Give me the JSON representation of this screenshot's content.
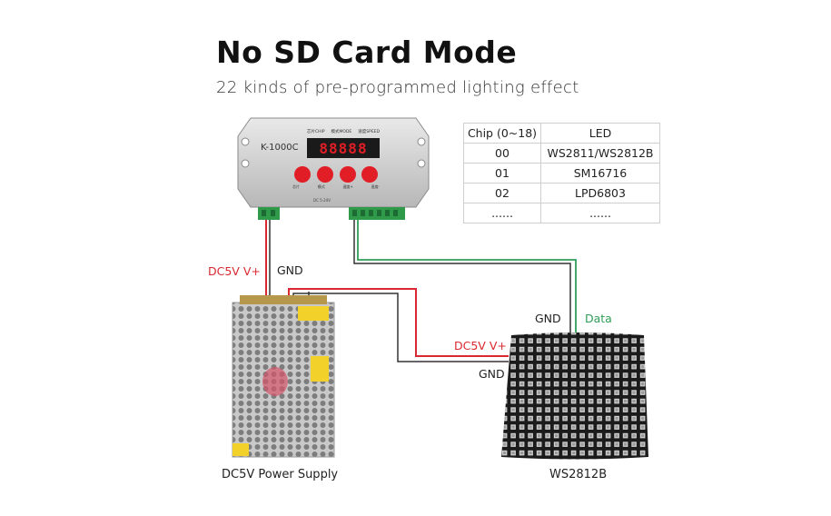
{
  "header": {
    "title": "No SD Card Mode",
    "subtitle": "22 kinds of pre-programmed lighting effect"
  },
  "controller": {
    "model": "K-1000C",
    "display": "88888",
    "top_labels": [
      "芯片CHIP",
      "模式MODE",
      "速度SPEED"
    ],
    "buttons": [
      "芯片",
      "模式",
      "速度+",
      "速度-"
    ],
    "bottom_label": "DC 5-24V"
  },
  "chip_table": {
    "headers": [
      "Chip (0~18)",
      "LED"
    ],
    "rows": [
      [
        "00",
        "WS2811/WS2812B"
      ],
      [
        "01",
        "SM16716"
      ],
      [
        "02",
        "LPD6803"
      ],
      [
        "......",
        "......"
      ]
    ]
  },
  "wiring": {
    "controller_power_vplus": "DC5V V+",
    "controller_power_gnd": "GND",
    "panel_gnd_top": "GND",
    "panel_data": "Data",
    "panel_vplus": "DC5V V+",
    "panel_gnd_bottom": "GND"
  },
  "captions": {
    "power_supply": "DC5V Power Supply",
    "led_panel": "WS2812B"
  },
  "colors": {
    "vplus_wire": "#d9282f",
    "gnd_wire": "#333333",
    "data_wire": "#2e9e57",
    "terminal_green": "#2f9a4a",
    "button_red": "#e11d26"
  }
}
